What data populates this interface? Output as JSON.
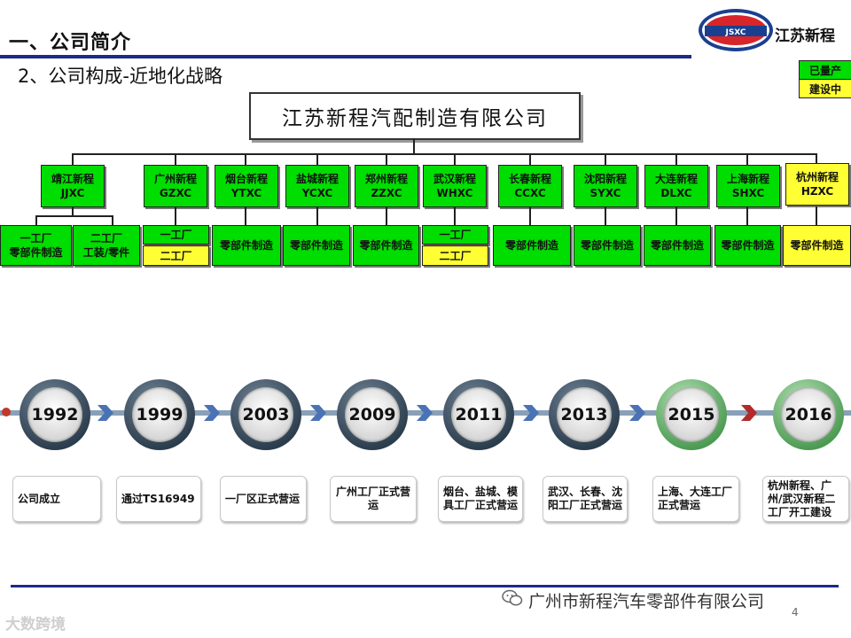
{
  "header": {
    "title": "一、公司简介",
    "subtitle": "2、公司构成-近地化战略",
    "logo_badge": "JSXC",
    "logo_text": "江苏新程"
  },
  "legend": {
    "in_production": "已量产",
    "under_construction": "建设中",
    "in_production_color": "#00dd00",
    "under_construction_color": "#ffff33"
  },
  "org": {
    "root": "江苏新程汽配制造有限公司",
    "branches": [
      {
        "name": "靖江新程",
        "code": "JJXC"
      },
      {
        "name": "广州新程",
        "code": "GZXC"
      },
      {
        "name": "烟台新程",
        "code": "YTXC"
      },
      {
        "name": "盐城新程",
        "code": "YCXC"
      },
      {
        "name": "郑州新程",
        "code": "ZZXC"
      },
      {
        "name": "武汉新程",
        "code": "WHXC"
      },
      {
        "name": "长春新程",
        "code": "CCXC"
      },
      {
        "name": "沈阳新程",
        "code": "SYXC"
      },
      {
        "name": "大连新程",
        "code": "DLXC"
      },
      {
        "name": "上海新程",
        "code": "SHXC"
      },
      {
        "name": "杭州新程",
        "code": "HZXC"
      }
    ],
    "plants": {
      "jj_plant1_a": "一工厂",
      "jj_plant1_b": "零部件制造",
      "jj_plant2_a": "二工厂",
      "jj_plant2_b": "工装/零件",
      "gz_plant1": "一工厂",
      "gz_plant2": "二工厂",
      "yt": "零部件制造",
      "yc": "零部件制造",
      "zz": "零部件制造",
      "wh_plant1": "一工厂",
      "wh_plant2": "二工厂",
      "cc": "零部件制造",
      "sy": "零部件制造",
      "dl": "零部件制造",
      "sh": "零部件制造",
      "hz": "零部件制造"
    }
  },
  "timeline": {
    "years": [
      "1992",
      "1999",
      "2003",
      "2009",
      "2011",
      "2013",
      "2015",
      "2016"
    ],
    "events": [
      "公司成立",
      "通过TS16949",
      "一厂区正式营运",
      "广州工厂正式营运",
      "烟台、盐城、模具工厂正式营运",
      "武汉、长春、沈阳工厂正式营运",
      "上海、大连工厂正式营运",
      "杭州新程、广州/武汉新程二工厂开工建设"
    ]
  },
  "footer": {
    "company": "广州市新程汽车零部件有限公司",
    "page": "4",
    "watermark": "大数跨境"
  }
}
